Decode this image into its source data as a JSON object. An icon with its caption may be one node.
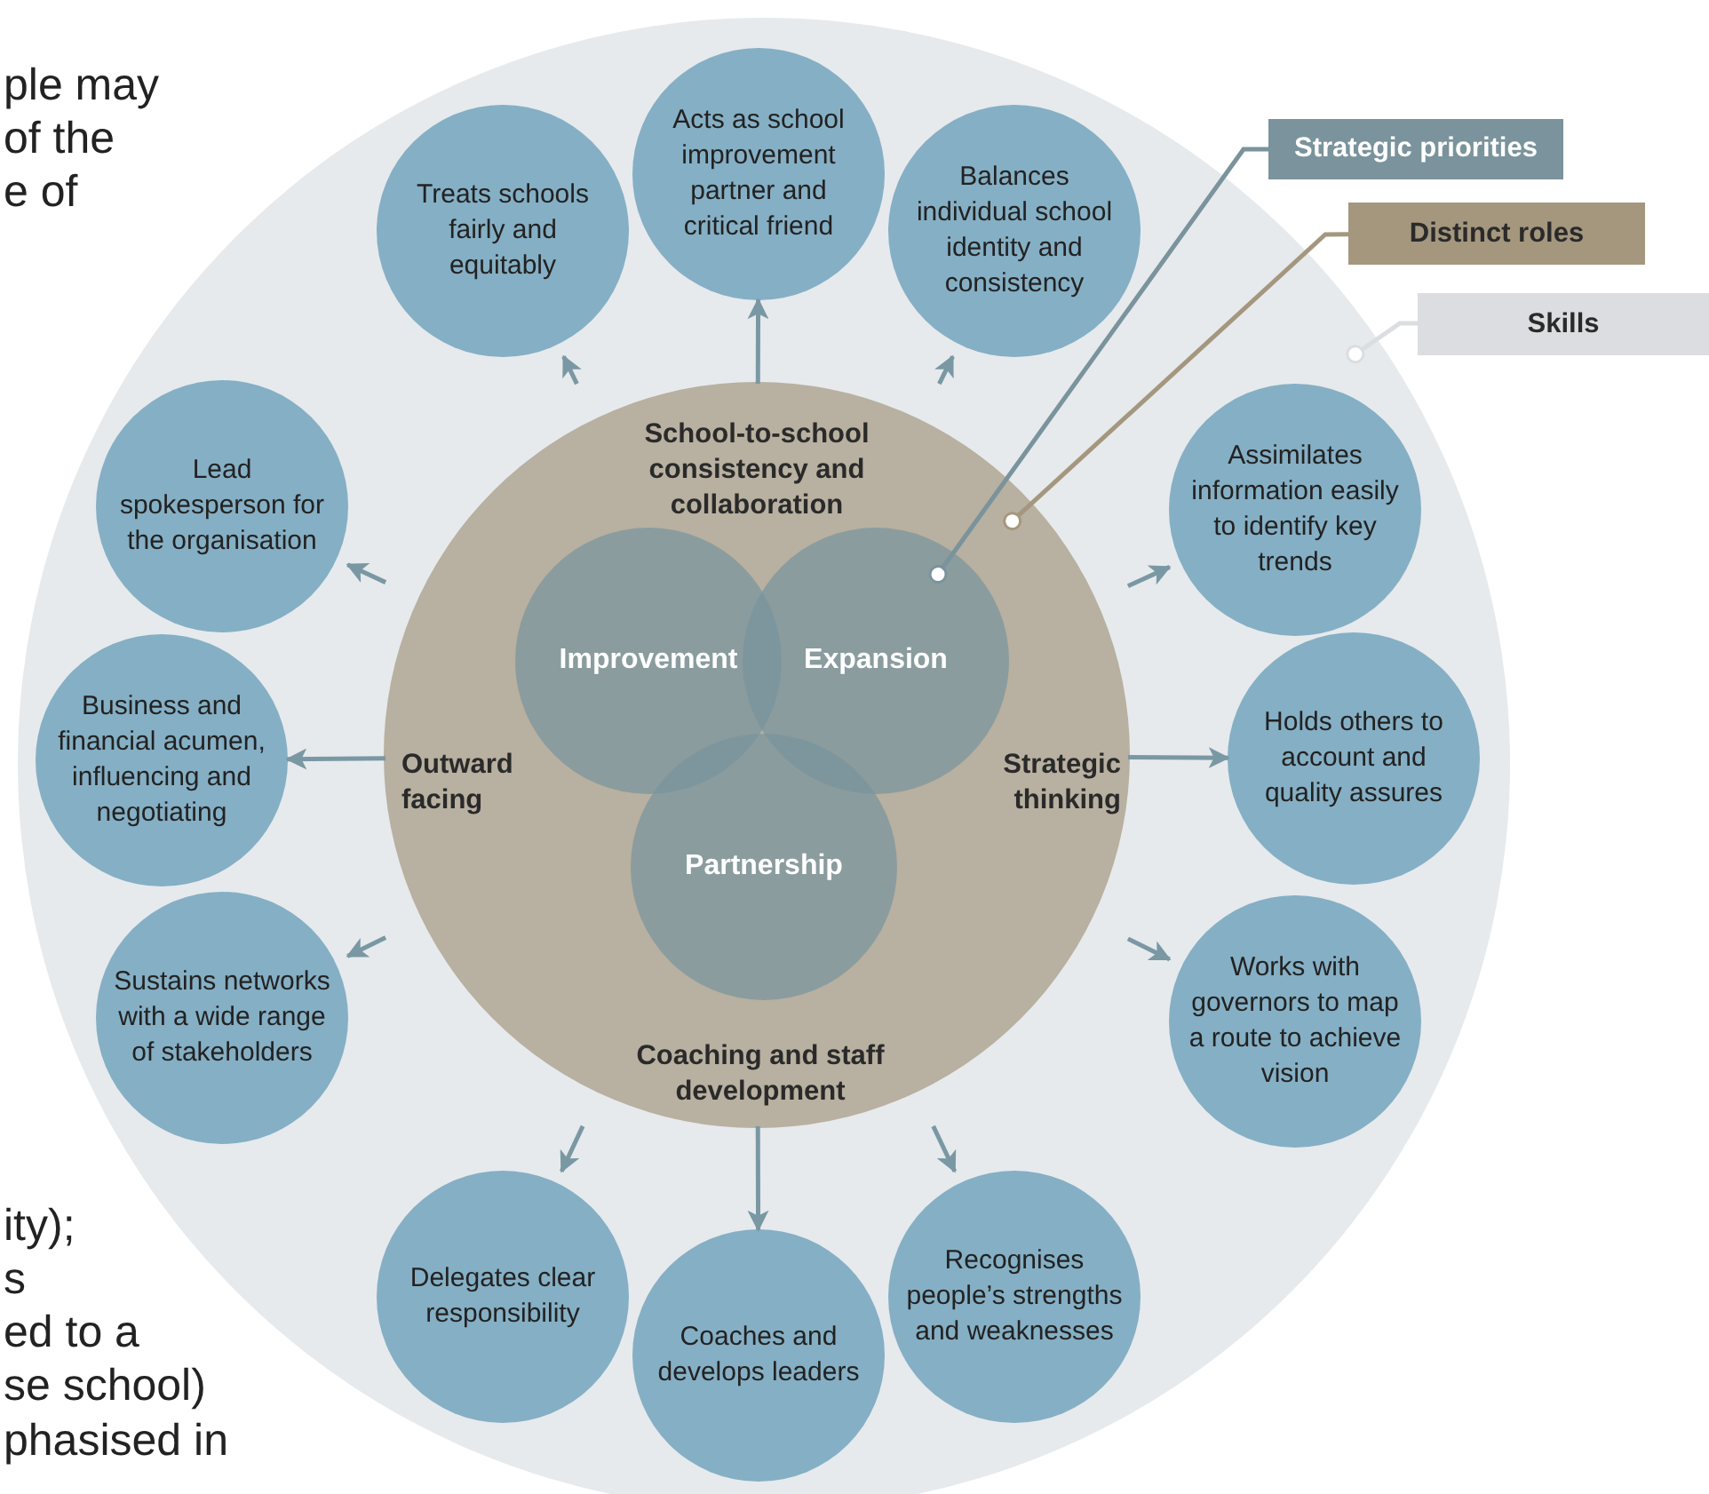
{
  "diagram": {
    "nodes": [
      {
        "text": [],
        "shape": "circle"
      },
      {
        "text": [],
        "shape": "circle",
        "in": 0
      },
      {
        "text": [
          "School-to-school consistency and collaboration"
        ],
        "in": 1
      },
      {
        "text": [
          "Outward facing"
        ],
        "in": 1
      },
      {
        "text": [
          "Strategic thinking"
        ],
        "in": 1
      },
      {
        "text": [
          "Coaching and staff development"
        ],
        "in": 1
      },
      {
        "text": [
          "Improvement"
        ],
        "in": 1
      },
      {
        "text": [
          "Expansion"
        ],
        "in": 1
      },
      {
        "text": [
          "Partnership"
        ],
        "in": 1
      },
      {
        "text": [
          "Treats schools fairly and equitably"
        ],
        "in": 0
      },
      {
        "text": [
          "Acts as school improvement partner and critical friend"
        ],
        "in": 0
      },
      {
        "text": [
          "Balances individual school identity and consistency"
        ],
        "in": 0
      },
      {
        "text": [
          "Lead spokesperson for the organisation"
        ],
        "in": 0
      },
      {
        "text": [
          "Business and financial acumen, influencing and negotiating"
        ],
        "in": 0
      },
      {
        "text": [
          "Sustains networks with a wide range of stakeholders"
        ],
        "in": 0
      },
      {
        "text": [
          "Assimilates information easily to identify key trends"
        ],
        "in": 0
      },
      {
        "text": [
          "Holds others to account and quality assures"
        ],
        "in": 0
      },
      {
        "text": [
          "Works with governors to map a route to achieve vision"
        ],
        "in": 0
      },
      {
        "text": [
          "Delegates clear responsibility"
        ],
        "in": 0
      },
      {
        "text": [
          "Coaches and develops leaders"
        ],
        "in": 0
      },
      {
        "text": [
          "Recognises people’s strengths and weaknesses"
        ],
        "in": 0
      },
      {
        "text": [
          "Strategic priorities"
        ]
      },
      {
        "text": [
          "Distinct roles"
        ]
      },
      {
        "text": [
          "Skills"
        ]
      }
    ],
    "edges": [
      {
        "from": 1,
        "to": 9,
        "arrow": "to"
      },
      {
        "from": 1,
        "to": 10,
        "arrow": "to"
      },
      {
        "from": 1,
        "to": 11,
        "arrow": "to"
      },
      {
        "from": 1,
        "to": 12,
        "arrow": "to"
      },
      {
        "from": 1,
        "to": 13,
        "arrow": "to"
      },
      {
        "from": 1,
        "to": 14,
        "arrow": "to"
      },
      {
        "from": 1,
        "to": 15,
        "arrow": "to"
      },
      {
        "from": 1,
        "to": 16,
        "arrow": "to"
      },
      {
        "from": 1,
        "to": 17,
        "arrow": "to"
      },
      {
        "from": 1,
        "to": 18,
        "arrow": "to"
      },
      {
        "from": 1,
        "to": 19,
        "arrow": "to"
      },
      {
        "from": 1,
        "to": 20,
        "arrow": "to"
      },
      {
        "from": 21,
        "to": 7,
        "arrow": "other",
        "color": "#7a939c"
      },
      {
        "from": 22,
        "to": 1,
        "arrow": "other",
        "color": "#a4977e"
      },
      {
        "from": 23,
        "to": 0,
        "arrow": "other",
        "color": "#dcdde1"
      }
    ],
    "labels": [
      "ple may",
      "of the",
      "e of",
      "ity);",
      "s",
      "ed to a",
      "se school)",
      "phasised in"
    ]
  }
}
